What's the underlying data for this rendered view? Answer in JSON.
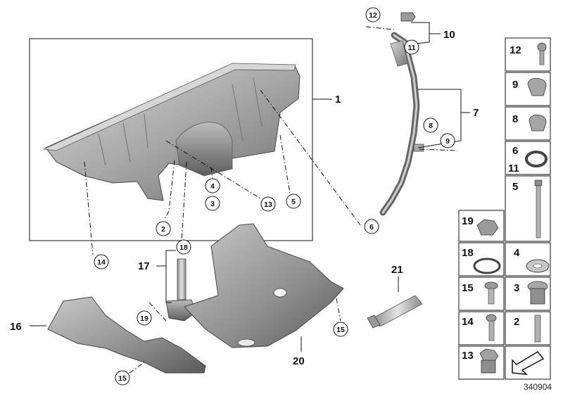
{
  "diagram": {
    "reference_number": "340904",
    "part_labels": [
      "1",
      "7",
      "10",
      "16",
      "17",
      "20",
      "21"
    ],
    "callouts": [
      "2",
      "3",
      "4",
      "5",
      "6",
      "8",
      "9",
      "11",
      "12",
      "13",
      "14",
      "15",
      "15",
      "18",
      "19"
    ],
    "legend_tiles": [
      {
        "numbers": [
          "12"
        ],
        "icon": "screw-icon"
      },
      {
        "numbers": [
          "9"
        ],
        "icon": "clip-icon"
      },
      {
        "numbers": [
          "8"
        ],
        "icon": "clip-icon"
      },
      {
        "numbers": [
          "6",
          "11"
        ],
        "icon": "o-ring-icon"
      },
      {
        "numbers": [
          "5"
        ],
        "icon": "long-bolt-icon"
      },
      {
        "numbers": [
          "19"
        ],
        "icon": "hex-nut-icon"
      },
      {
        "numbers": [
          "18"
        ],
        "icon": "seal-ring-icon"
      },
      {
        "numbers": [
          "4"
        ],
        "icon": "washer-icon"
      },
      {
        "numbers": [
          "15"
        ],
        "icon": "expanding-rivet-icon"
      },
      {
        "numbers": [
          "3"
        ],
        "icon": "drain-plug-icon"
      },
      {
        "numbers": [
          "14"
        ],
        "icon": "bolt-icon"
      },
      {
        "numbers": [
          "2"
        ],
        "icon": "stud-icon"
      },
      {
        "numbers": [
          "13"
        ],
        "icon": "nut-icon"
      },
      {
        "numbers": [],
        "icon": "direction-arrow-icon"
      }
    ]
  }
}
